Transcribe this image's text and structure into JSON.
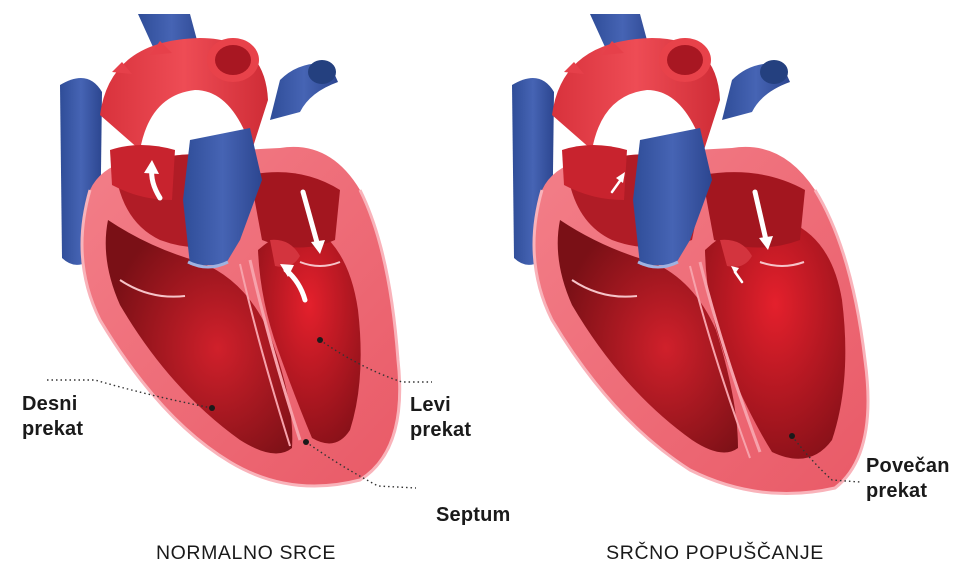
{
  "labels": {
    "desni_prekat": [
      "Desni",
      "prekat"
    ],
    "levi_prekat": [
      "Levi",
      "prekat"
    ],
    "septum": "Septum",
    "povecan_prekat": [
      "Povečan",
      "prekat"
    ]
  },
  "captions": {
    "normal": "NORMALNO SRCE",
    "failure": "SRČNO POPUŠČANJE"
  },
  "colors": {
    "artery_red": "#e8424a",
    "vein_blue": "#3b5aa6",
    "wall_pink": "#f27a86",
    "chamber_dark": "#8c141c",
    "outline": "#f8b8bf"
  }
}
